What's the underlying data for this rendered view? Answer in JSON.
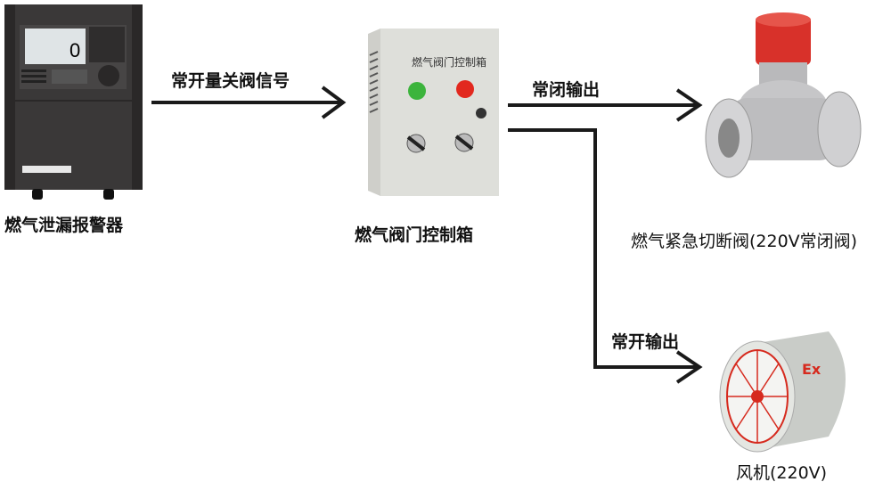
{
  "nodes": {
    "alarm": {
      "label": "燃气泄漏报警器",
      "display_value": "0"
    },
    "control_box": {
      "label": "燃气阀门控制箱",
      "panel_title": "燃气阀门控制箱"
    },
    "valve": {
      "label": "燃气紧急切断阀(220V常闭阀)"
    },
    "fan": {
      "label": "风机(220V)",
      "mark": "Ex"
    }
  },
  "edges": [
    {
      "from": "alarm",
      "to": "control_box",
      "label": "常开量关阀信号"
    },
    {
      "from": "control_box",
      "to": "valve",
      "label": "常闭输出"
    },
    {
      "from": "control_box",
      "to": "fan",
      "label": "常开输出"
    }
  ],
  "colors": {
    "line": "#1a1a1a",
    "alarm_body": "#3a3838",
    "box_body": "#d9d9d3",
    "valve_red": "#d8312a",
    "fan_red": "#d62a1e"
  }
}
